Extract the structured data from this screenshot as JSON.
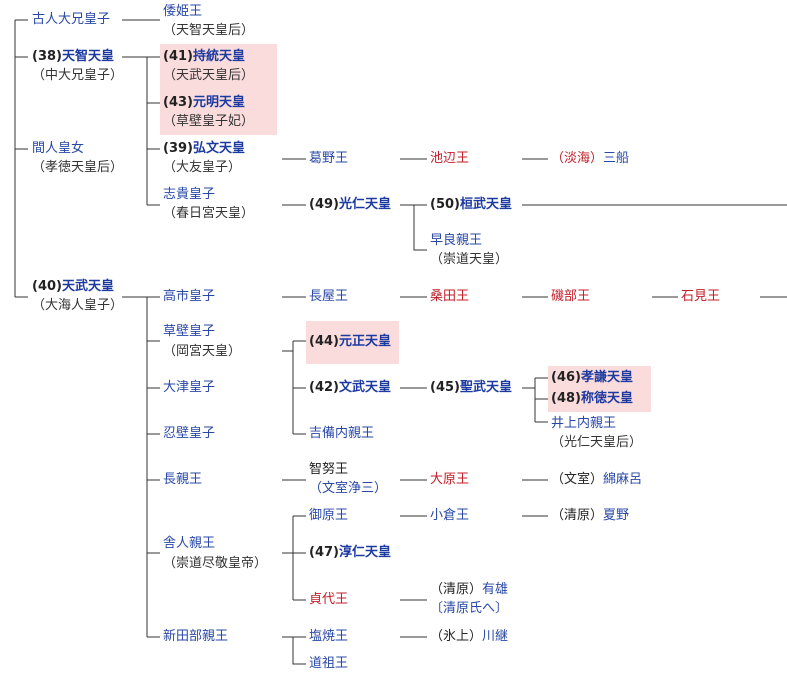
{
  "colors": {
    "blue": "#2948a6",
    "red": "#c0202a",
    "black": "#222222",
    "highlight": "#fadcdc",
    "line": "#333333"
  },
  "persons": {
    "furuhito": "古人大兄皇子",
    "yamatohime": "倭姫王",
    "yamatohime_note": "（天智天皇后）",
    "tenji_num": "(38)",
    "tenji": "天智天皇",
    "tenji_note": "（中大兄皇子）",
    "jito_num": "(41)",
    "jito": "持統天皇",
    "jito_note": "（天武天皇后）",
    "genmei_num": "(43)",
    "genmei": "元明天皇",
    "genmei_note": "（草壁皇子妃）",
    "hashihito": "間人皇女",
    "hashihito_note": "（孝徳天皇后）",
    "kobun_num": "(39)",
    "kobun": "弘文天皇",
    "kobun_note": "（大友皇子）",
    "kadono": "葛野王",
    "ikebe": "池辺王",
    "mifune_pre": "（淡海）",
    "mifune": "三船",
    "shiki": "志貴皇子",
    "shiki_note": "（春日宮天皇）",
    "konin_num": "(49)",
    "konin": "光仁天皇",
    "kanmu_num": "(50)",
    "kanmu": "桓武天皇",
    "sawara": "早良親王",
    "sawara_note": "（崇道天皇）",
    "tenmu_num": "(40)",
    "tenmu": "天武天皇",
    "tenmu_note": "（大海人皇子）",
    "takechi": "高市皇子",
    "nagaya": "長屋王",
    "kuwata": "桑田王",
    "isobe": "磯部王",
    "iwami": "石見王",
    "kusakabe": "草壁皇子",
    "kusakabe_note": "（岡宮天皇）",
    "gensho_num": "(44)",
    "gensho": "元正天皇",
    "otsu": "大津皇子",
    "monmu_num": "(42)",
    "monmu": "文武天皇",
    "shomu_num": "(45)",
    "shomu": "聖武天皇",
    "koken_num": "(46)",
    "koken": "孝謙天皇",
    "shotoku_num": "(48)",
    "shotoku": "称徳天皇",
    "osakabe": "忍壁皇子",
    "kibi": "吉備内親王",
    "inoue": "井上内親王",
    "inoue_note": "（光仁天皇后）",
    "naga": "長親王",
    "chinu": "智努王",
    "chinu_note": "（文室浄三）",
    "ohara": "大原王",
    "watamaro_pre": "（文室）",
    "watamaro": "綿麻呂",
    "toneri": "舎人親王",
    "toneri_note": "（崇道尽敬皇帝）",
    "mihara": "御原王",
    "ogura": "小倉王",
    "natsuno_pre": "（清原）",
    "natsuno": "夏野",
    "junnin_num": "(47)",
    "junnin": "淳仁天皇",
    "sadayo": "貞代王",
    "ario_pre": "（清原）",
    "ario": "有雄",
    "kiyohara_clan": "〔清原氏へ〕",
    "niitabe": "新田部親王",
    "shioyaki": "塩焼王",
    "kawatsugu_pre": "（氷上）",
    "kawatsugu": "川継",
    "funado": "道祖王"
  }
}
